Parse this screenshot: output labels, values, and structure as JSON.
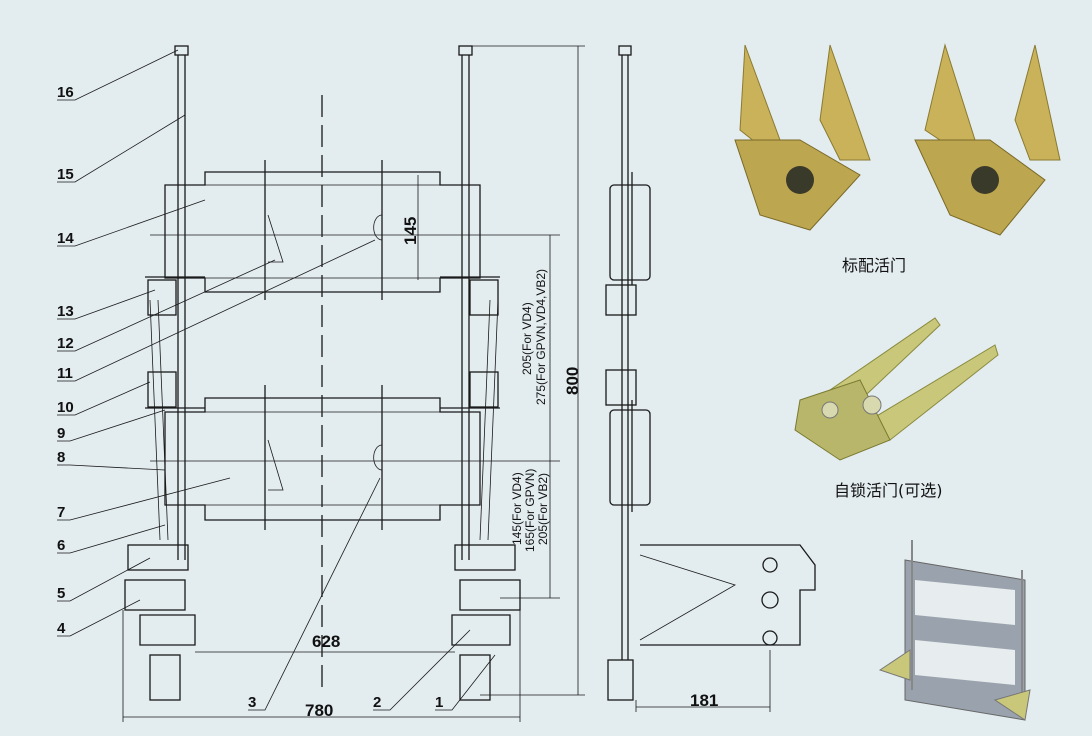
{
  "part_labels": [
    "1",
    "2",
    "3",
    "4",
    "5",
    "6",
    "7",
    "8",
    "9",
    "10",
    "11",
    "12",
    "13",
    "14",
    "15",
    "16"
  ],
  "dimensions": {
    "shutter_height": "145",
    "total_height": "800",
    "inner_width": "628",
    "total_width": "780",
    "side_depth": "181",
    "upper_offset_vd4": "205(For VD4)",
    "upper_offset_other": "275(For GPVN,VD4,VB2)",
    "lower_offset_vd4": "145(For VD4)",
    "lower_offset_gpvn": "165(For GPVN)",
    "lower_offset_vb2": "205(For VB2)"
  },
  "captions": {
    "standard_shutter": "标配活门",
    "self_locking_shutter": "自锁活门(可选)"
  },
  "colors": {
    "background": "#e3ecef",
    "brass": "#c9b25a",
    "steel": "#9aa3ad"
  }
}
